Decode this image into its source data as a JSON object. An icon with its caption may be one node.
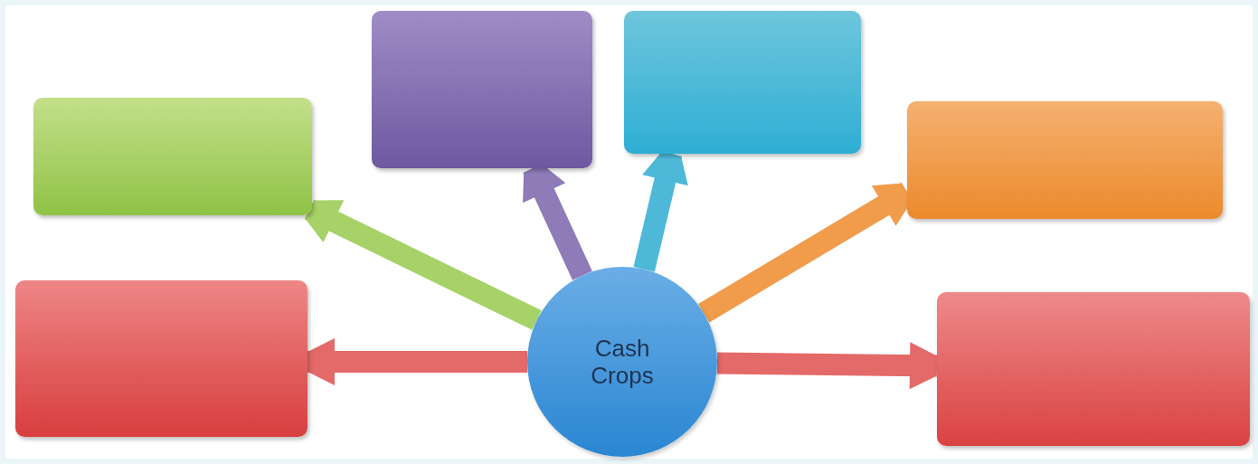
{
  "diagram": {
    "nodes": [
      {
        "text": [],
        "shape": "box"
      },
      {
        "text": [],
        "shape": "box"
      },
      {
        "text": [],
        "shape": "box"
      },
      {
        "text": [],
        "shape": "box"
      },
      {
        "text": [],
        "shape": "box"
      },
      {
        "text": [
          "Cash Crops"
        ]
      },
      {
        "text": [],
        "shape": "box"
      }
    ],
    "edges": [
      {
        "from": 5,
        "to": 0,
        "arrow": "to",
        "color": "#9fcf5c"
      },
      {
        "from": 5,
        "to": 1,
        "arrow": "to",
        "color": "#8570b2"
      },
      {
        "from": 5,
        "to": 2,
        "arrow": "to",
        "color": "#3fb2d6"
      },
      {
        "from": 5,
        "to": 3,
        "arrow": "to",
        "color": "#f0943c"
      },
      {
        "from": 5,
        "to": 4,
        "arrow": "to",
        "color": "#e25d5d"
      },
      {
        "from": 5,
        "to": 6,
        "arrow": "to",
        "color": "#e25d5d"
      }
    ]
  }
}
